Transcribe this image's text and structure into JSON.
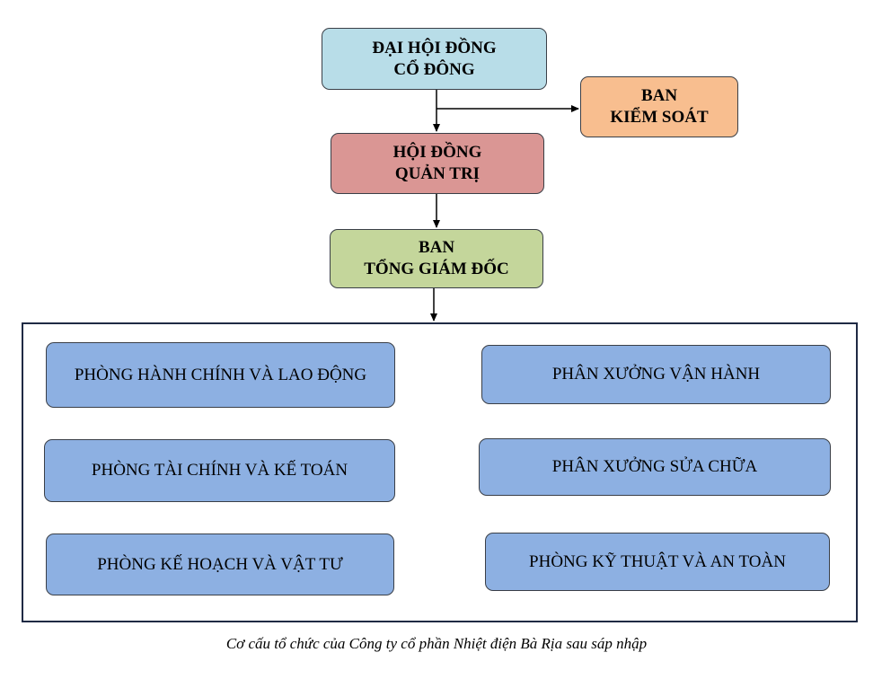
{
  "diagram": {
    "shareholders": {
      "line1": "ĐẠI HỘI ĐỒNG",
      "line2": "CỔ ĐÔNG",
      "color": "#b8dde8"
    },
    "supervisory": {
      "line1": "BAN",
      "line2": "KIỂM SOÁT",
      "color": "#f8be8f"
    },
    "board": {
      "line1": "HỘI ĐỒNG",
      "line2": "QUẢN TRỊ",
      "color": "#da9694"
    },
    "management": {
      "line1": "BAN",
      "line2": "TỔNG GIÁM ĐỐC",
      "color": "#c4d69b"
    },
    "department_color": "#8db0e2",
    "departments": [
      "PHÒNG HÀNH CHÍNH VÀ LAO ĐỘNG",
      "PHÂN XƯỞNG VẬN HÀNH",
      "PHÒNG TÀI CHÍNH VÀ KẾ TOÁN",
      "PHÂN XƯỞNG SỬA CHỮA",
      "PHÒNG KẾ HOẠCH VÀ VẬT TƯ",
      "PHÒNG KỸ THUẬT VÀ AN TOÀN"
    ]
  },
  "caption": "Cơ cấu tổ chức của Công ty cổ phần Nhiệt điện Bà Rịa sau sáp nhập"
}
